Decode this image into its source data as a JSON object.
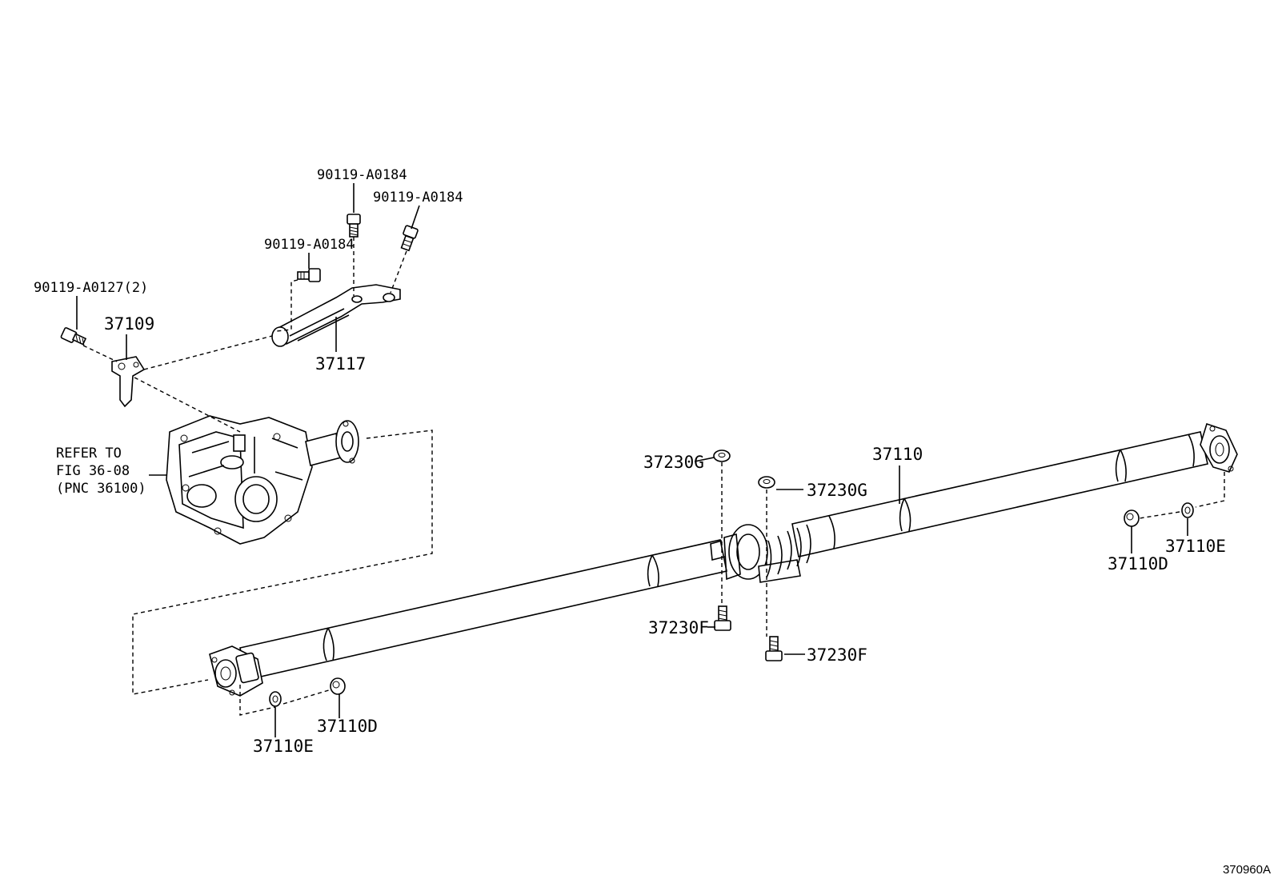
{
  "figure_id": "370960A",
  "refer_note": {
    "line1": "REFER TO",
    "line2": "FIG 36-08",
    "line3": "(PNC 36100)"
  },
  "labels": {
    "bolt_a0127": "90119-A0127(2)",
    "bolt_a0184_top": "90119-A0184",
    "bolt_a0184_right": "90119-A0184",
    "bolt_a0184_left": "90119-A0184",
    "bracket_37109": "37109",
    "bracket_37117": "37117",
    "shaft_37110": "37110",
    "washer_37230g_left": "37230G",
    "washer_37230g_right": "37230G",
    "bolt_37230f_left": "37230F",
    "bolt_37230f_right": "37230F",
    "nut_37110d_front": "37110D",
    "washer_37110e_front": "37110E",
    "nut_37110d_rear": "37110D",
    "washer_37110e_rear": "37110E"
  }
}
